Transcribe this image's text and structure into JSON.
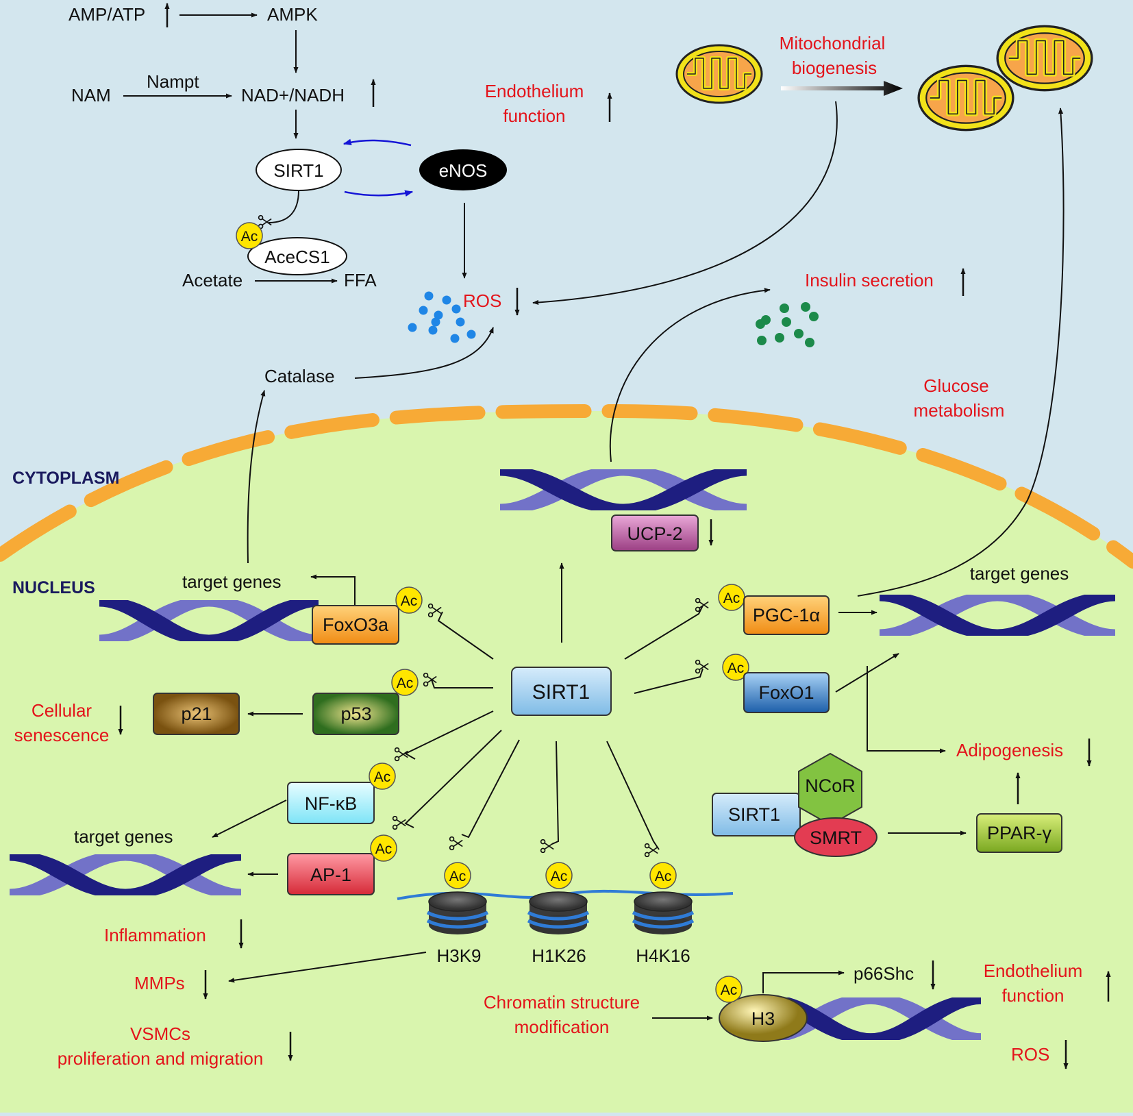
{
  "regions": {
    "cytoplasm": "CYTOPLASM",
    "nucleus": "NUCLEUS"
  },
  "labels": {
    "amp_atp": "AMP/ATP",
    "ampk": "AMPK",
    "nam": "NAM",
    "nampt": "Nampt",
    "nad_nadh": "NAD+/NADH",
    "sirt1": "SIRT1",
    "enos": "eNOS",
    "acecs1": "AceCS1",
    "acetate": "Acetate",
    "ffa": "FFA",
    "ros": "ROS",
    "catalase": "Catalase",
    "target_genes": "target genes",
    "ucp2": "UCP-2",
    "foxo3a": "FoxO3a",
    "p53": "p53",
    "p21": "p21",
    "nfkb": "NF-κB",
    "ap1": "AP-1",
    "pgc1a": "PGC-1α",
    "foxo1": "FoxO1",
    "ncor": "NCoR",
    "smrt": "SMRT",
    "ppar": "PPAR-γ",
    "h3k9": "H3K9",
    "h1k26": "H1K26",
    "h4k16": "H4K16",
    "h3": "H3",
    "p66shc": "p66Shc",
    "ac": "Ac"
  },
  "effects": {
    "endothelium_1": "Endothelium",
    "endothelium_2": "function",
    "mito_1": "Mitochondrial",
    "mito_2": "biogenesis",
    "insulin": "Insulin secretion",
    "glucose_1": "Glucose",
    "glucose_2": "metabolism",
    "senescence_1": "Cellular",
    "senescence_2": "senescence",
    "adipogenesis": "Adipogenesis",
    "inflammation": "Inflammation",
    "mmps": "MMPs",
    "vsmc_1": "VSMCs",
    "vsmc_2": "proliferation and migration",
    "chromatin_1": "Chromatin structure",
    "chromatin_2": "modification",
    "endo2_1": "Endothelium",
    "endo2_2": "function",
    "ros2": "ROS"
  },
  "colors": {
    "cytoplasm_bg": "#d3e6ee",
    "nucleus_bg": "#d9f5ae",
    "membrane": "#f7aa36",
    "effect_red": "#e3141b",
    "dna": "#1e1e80",
    "ac_badge": "#ffe600",
    "sirt1_box": "#a9d3f0",
    "foxo3a_box": "#f7a532",
    "p53_box": "#4c8a2c",
    "p21_box": "#a5782a",
    "nfkb_box": "#aaf0fb",
    "ap1_box": "#ea4a55",
    "ucp2_box": "#b8559b",
    "pgc1a_box": "#f7a532",
    "foxo1_box": "#2e78c0",
    "ppar_box": "#8fbb2c",
    "ncor_hex": "#82c341",
    "smrt_oval": "#e33c52",
    "ros_dots": "#1f86e6",
    "insulin_dots": "#1c8a4a"
  },
  "icons": [
    "scissors-icon",
    "mitochondrion-icon",
    "dna-helix-icon",
    "nucleosome-icon",
    "acetyl-badge-icon"
  ]
}
